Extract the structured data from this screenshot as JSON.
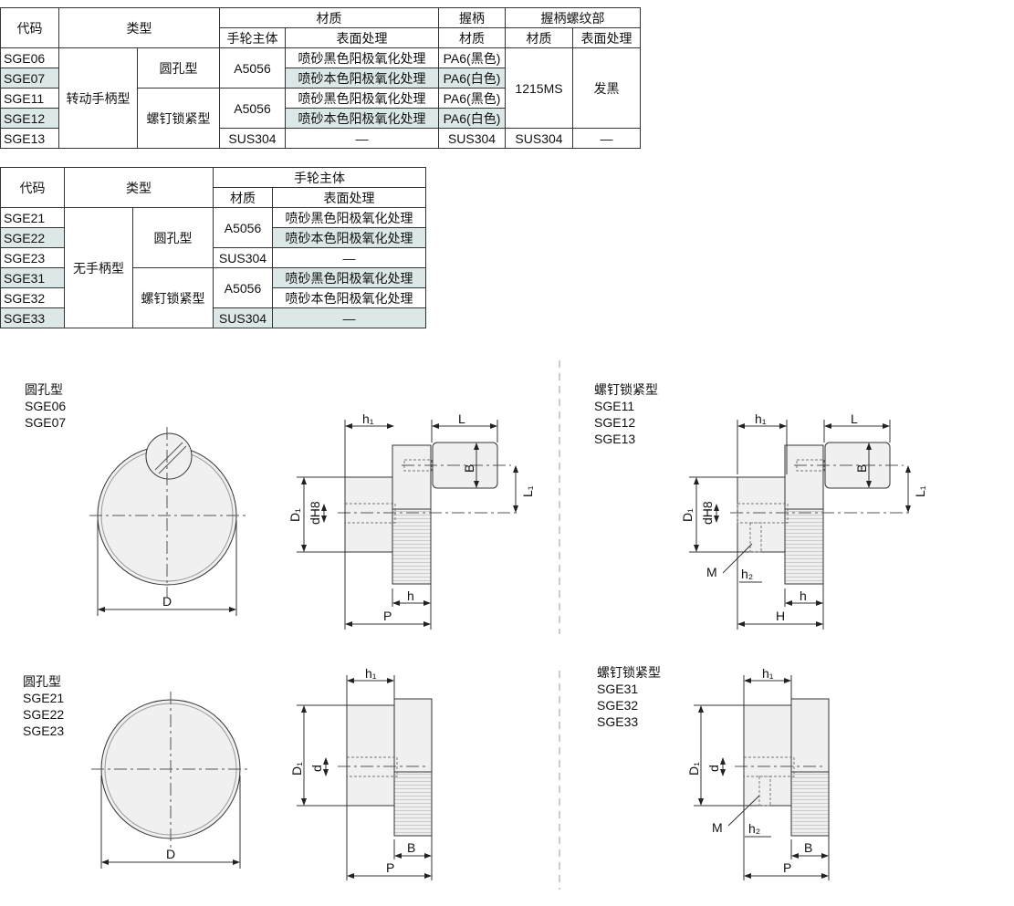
{
  "table1": {
    "h_code": "代码",
    "h_type": "类型",
    "h_material": "材质",
    "h_grip": "握柄",
    "h_thread": "握柄螺纹部",
    "h_body": "手轮主体",
    "h_surface": "表面处理",
    "h_grip_mat": "材质",
    "h_thread_mat": "材质",
    "h_thread_surface": "表面处理",
    "rotating": "转动手柄型",
    "round_hole": "圆孔型",
    "screw_lock": "螺钉锁紧型",
    "rows": [
      {
        "code": "SGE06",
        "surface": "喷砂黑色阳极氧化处理",
        "grip": "PA6(黑色)"
      },
      {
        "code": "SGE07",
        "surface": "喷砂本色阳极氧化处理",
        "grip": "PA6(白色)"
      },
      {
        "code": "SGE11",
        "surface": "喷砂黑色阳极氧化处理",
        "grip": "PA6(黑色)"
      },
      {
        "code": "SGE12",
        "surface": "喷砂本色阳极氧化处理",
        "grip": "PA6(白色)"
      },
      {
        "code": "SGE13",
        "surface": "—",
        "grip": "SUS304"
      }
    ],
    "body_a": "A5056",
    "body_b": "A5056",
    "body_c": "SUS304",
    "thread_mat": "1215MS",
    "thread_surface": "发黑",
    "thread_mat_13": "SUS304",
    "thread_surface_13": "—"
  },
  "table2": {
    "h_code": "代码",
    "h_type": "类型",
    "h_body": "手轮主体",
    "h_mat": "材质",
    "h_surface": "表面处理",
    "no_handle": "无手柄型",
    "round_hole": "圆孔型",
    "screw_lock": "螺钉锁紧型",
    "rows": [
      {
        "code": "SGE21",
        "mat": "A5056",
        "surface": "喷砂黑色阳极氧化处理"
      },
      {
        "code": "SGE22",
        "surface": "喷砂本色阳极氧化处理"
      },
      {
        "code": "SGE23",
        "mat": "SUS304",
        "surface": "—"
      },
      {
        "code": "SGE31",
        "mat": "A5056",
        "surface": "喷砂黑色阳极氧化处理"
      },
      {
        "code": "SGE32",
        "surface": "喷砂本色阳极氧化处理"
      },
      {
        "code": "SGE33",
        "mat": "SUS304",
        "surface": "—"
      }
    ]
  },
  "drawings": {
    "d1": {
      "type": "圆孔型",
      "codes": [
        "SGE06",
        "SGE07"
      ]
    },
    "d2": {
      "type": "螺钉锁紧型",
      "codes": [
        "SGE11",
        "SGE12",
        "SGE13"
      ]
    },
    "d3": {
      "type": "圆孔型",
      "codes": [
        "SGE21",
        "SGE22",
        "SGE23"
      ]
    },
    "d4": {
      "type": "螺钉锁紧型",
      "codes": [
        "SGE31",
        "SGE32",
        "SGE33"
      ]
    },
    "dims": {
      "D": "D",
      "D1": "D₁",
      "dH8": "dH8",
      "d": "d",
      "h1": "h₁",
      "h": "h",
      "P": "P",
      "L": "L",
      "L1": "L₁",
      "B": "B",
      "M": "M",
      "h2": "h₂",
      "H": "H"
    }
  }
}
